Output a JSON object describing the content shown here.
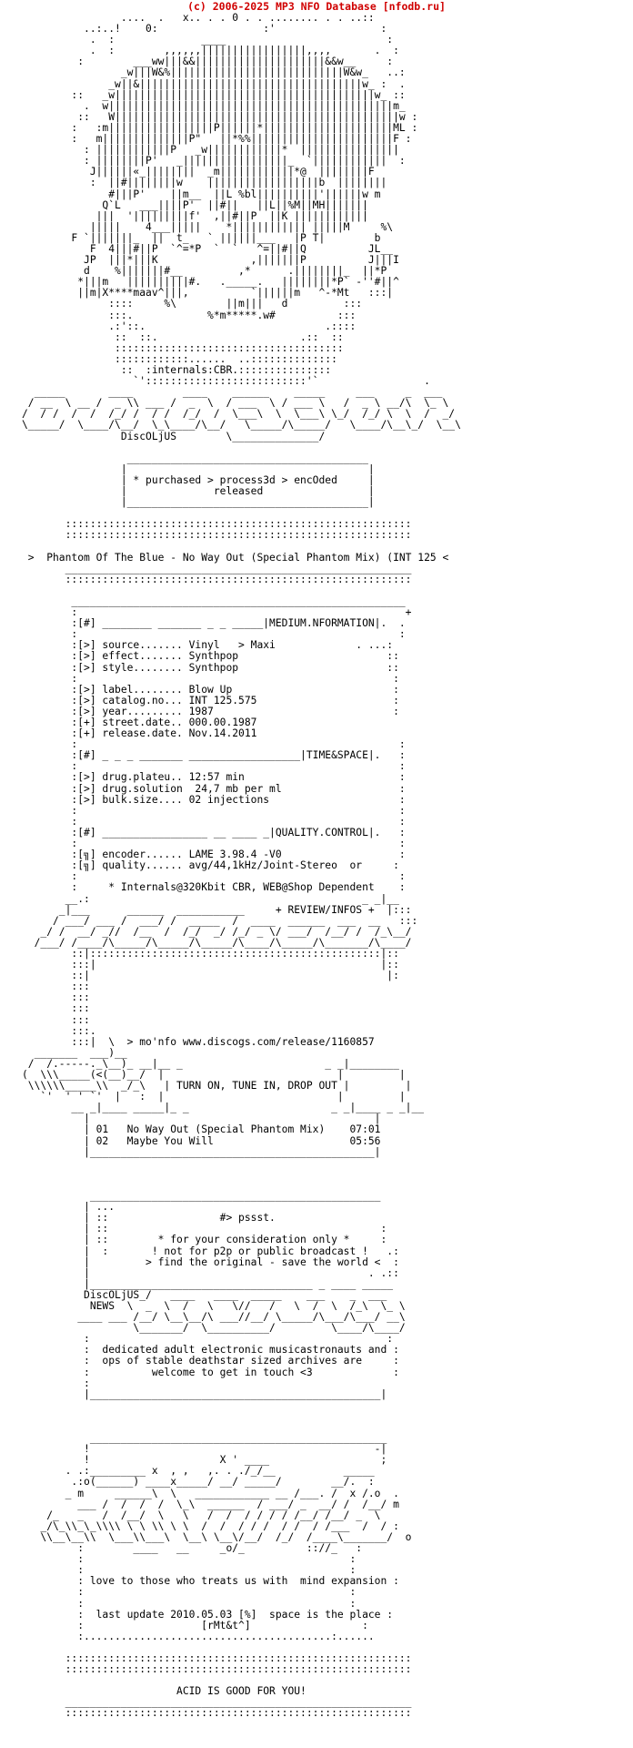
{
  "header": {
    "title": "(c) 2006-2025 MP3 NFO Database [nfodb.ru]"
  },
  "nfo": {
    "lines": [
      "                ....  .   x.. . . 0 . . ........ . . ..::",
      "          ..:..!    0:                 :'                 :",
      "           .  :              ____                          :",
      "           .  :        ,,,,,,|||||||||||||||||,,,,       .  :",
      "         :        ___ww|||&&|||||||||||||||||||||&&w__     :",
      "                _w|||W&%||||||||||||||||||||||||||||W&w_   ..:",
      "              _w||&||||||||||||||||||||||||||||||||||||w_ :  .",
      "        ::   _w||||||||||||||||||||||||||||||||||||||||||w_ ::",
      "          .  w||||||||||||||||||||||||||||||||||||||||||||||m_",
      "         ::   W||||||||||||||||||||||||||||||||||||||||||||||w :",
      "        :   :m|||||||||||||||||P||||||*|||||||||||||||||||||ML :",
      "        :   m||||||||||||||P\"   ||*%%|||||||||||||||||||||||F :",
      "          : ||||||||||||P   _w||||||||||||*  ||||||||||||||||  ",
      "          : ||||||||P'   _|||||||||||||||||_  `||||||||||||  :",
      "           J||||||«_||||||||  _m||||||||||||*@  ||||||||F  ",
      "           :  ||#||||||||w    ||||||||||||||||||b  ||||||||  ",
      "              #|||P'    ||m__  ||L %bl||||||||||'||||||w m  ",
      "             Q`L   ___||||P'  ||#||   ||L||%M||MH|||||||     ",
      "            |||  '|||||||||f'  ,||#||P  ||K ||||||||||||  ",
      "           |||||    4___|||||    *|||||||||||| |||||M     %\\ ",
      "        F `|||||||_  ||  t_   ` ||||||___   |P T|        b  ",
      "           F  4|||#||P  `^=*P  `  `   ^=||#||Q          JL__",
      "          JP  |||*|||K               ,|||||||P          J|||I",
      "          d    %|||||||#__         ,*      .||||||||_  ||*P    ",
      "         *|||m   ||||||||||#.   ._____.   ||||||||*P` -''#||^",
      "         ||m|X****maav^|||,          `||||||m   ^-*Mt   :::|",
      "              ::::     %\\        ||m|||   d         ::: ",
      "              :::.            %*m*****.w#          :::",
      "              .:'::.                             .::::",
      "               ::  ::.                       .::  ::",
      "               :::::::::::::::::::::::::::::::::::::",
      "               ::::::::::::......  ..::::::::::::::",
      "                ::  :internals:CBR.::::::::::::::: ",
      "                  `'::::::::::::::::::::::::::'`                 .",
      "  _____       ____        ____    ______    _____     ___     _  ___",
      " / __  \\ __ /  _ \\\\ ___ /  _  \\  / ___  \\ / ___ \\   /  _ \\ __/\\  \\_ \\",
      "/  / /  /  /  /_/ /  / /  /_/  /  \\___\\  \\  \\___\\ \\_/  /_/ \\  \\  /  _/",
      "\\_____/  \\____/\\__/  \\_\\____/\\__/   \\_____/\\_____/   \\____/\\__\\_/  \\__\\",
      "                DiscOLjUS        \\______________/         ",
      "",
      "                 _______________________________________",
      "                |                                       |",
      "                | * purchased > process3d > encOded     |",
      "                |              released                 |",
      "                |_______________________________________|",
      "",
      "       ::::::::::::::::::::::::::::::::::::::::::::::::::::::::",
      "       ::::::::::::::::::::::::::::::::::::::::::::::::::::::::",
      "",
      " >  Phantom Of The Blue - No Way Out (Special Phantom Mix) (INT 125 <",
      "       ________________________________________________________",
      "       ::::::::::::::::::::::::::::::::::::::::::::::::::::::::",
      "",
      "        ______________________________________________________",
      "        :                                                     +",
      "        :[#] ________ _______ _ _ _____|MEDIUM.NFORMATION|.  .",
      "        :                                                    :",
      "        :[>] source....... Vinyl   > Maxi             . ...:",
      "        :[>] effect....... Synthpop                        ::",
      "        :[>] style........ Synthpop                        ::",
      "        :                                                   :",
      "        :[>] label........ Blow Up                          :",
      "        :[>] catalog.no... INT 125.575                      :",
      "        :[>] year......... 1987                             :",
      "        :[+] street.date.. 000.00.1987                       ",
      "        :[+] release.date. Nov.14.2011                       ",
      "        :                                                    :",
      "        :[#] _ _ _ _______ __________________|TIME&SPACE|.   :",
      "        :                                                    :",
      "        :[>] drug.plateu.. 12:57 min                         :",
      "        :[>] drug.solution  24,7 mb per ml                   :",
      "        :[>] bulk.size.... 02 injections                     :",
      "        :                                                    :",
      "        :                                                    :",
      "        :[#] _________________ __ ____ _|QUALITY.CONTROL|.   :",
      "        :                                                    :",
      "        :[╗] encoder...... LAME 3.98.4 -V0                   :",
      "        :[╗] quality...... avg/44,1kHz/Joint-Stereo  or     :",
      "        :                                                    :",
      "        :     * Internals@320Kbit CBR, WEB@Shop Dependent    :",
      "       __.:                                            _ _|__",
      "      _|___      ______  ___________     + REVIEW/INFOS +  |:::",
      "     / ___/ ___ /  ___/ /  _____  /  ____  ______  ___  __   :::",
      "   _/ /  __/ _//  /__  /  /_/  _/ /_/ _ \\/ ___/  /__/ /  /_\\__/",
      "  /___/ /____/\\_____/\\_____/\\_____/\\____/\\_____/\\_______/\\____/ ",
      "        ::|:::::::::::::::::::::::::::::::::::::::::::::::|::",
      "        :::|                                              |::",
      "        ::|                                                |:",
      "        :::                                                 ",
      "        :::                                                 ",
      "        :::                                                 ",
      "        :::                                                 ",
      "        :::.                                               ",
      "        :::|  \\  > mo'nfo www.discogs.com/release/1160857  ",
      "  _______  ___)__                                         ",
      " /  /.-----._\\__)_ __|__ _                       _ _|________",
      "(  \\\\\\_____(<(__)__/  |                            |         |",
      " \\\\\\\\\\\\_____\\\\  _/_\\   | TURN ON, TUNE IN, DROP OUT |         |",
      "   `'  ' ' `'  |   :  |                            |         |",
      "        __ _|____ _____|_ _                       _ _|____ _ _|__",
      "          |                                              |",
      "          | 01   No Way Out (Special Phantom Mix)    07:01",
      "          | 02   Maybe You Will                      05:56",
      "          |______________________________________________|",
      "",
      "",
      "",
      "           _______________________________________________",
      "          | ...                                           ",
      "          | ::                  #> pssst.                 ",
      "          | ::                                            :",
      "          | ::        * for your consideration only *     :",
      "          |  :       ! not for p2p or public broadcast !   .:",
      "          |         > find the original - save the world <  :",
      "          |                                             . .::",
      "          |____________________________________ _ ____ _____",
      "          DiscOLjUS_/   ____   ____  _____    ___    _  ___",
      "           NEWS  \\  _  \\  /   \\   \\//   /   \\  /  \\  /_\\  \\_ \\",
      "         ____ ___ /__/ \\__\\__/\\ ___//__/ \\_____/\\___/\\___/ __\\",
      "                  \\_______/  \\__________/         \\____/\\____/",
      "          :                                                :",
      "          :  dedicated adult electronic musicastronauts and :",
      "          :  ops of stable deathstar sized archives are     :",
      "          :          welcome to get in touch <3             :",
      "          :                                                 ",
      "          |_______________________________________________|",
      "",
      "",
      "",
      "           ________________________________________________",
      "          !                                              -|",
      "          !                     X ' ____                  ;",
      "       . .:_________ x  , ,   ,. . ./_/__           _____",
      "        .:o(______) ____x_____/ __/ _____/        __/.  :",
      "       _ m     ______\\  \\   ____________ __ /___. /  x /.o  .",
      "         ___ /  /  /  /  \\_\\  ______  / ___/ _  __/ /  /__/ m",
      "    /_   _   /  /__/  \\   \\   /  /  / / / / /__/ /__/ _  \\",
      "   _/\\_\\\\_\\_\\\\\\\\ \\ \\ \\\\ \\ \\  /  /  / / /  / /  / /___  /  / :",
      "   \\\\__\\__\\\\  \\___\\\\___\\  \\__\\ \\__\\/__/  /_/  /____\\_______/  o",
      "         :        ____   __     _o/_          :://_   :",
      "         :                                           :",
      "         :                                           :",
      "         : love to those who treats us with  mind expansion :",
      "         :                                           :",
      "         :                                           :",
      "         :  last update 2010.05.03 [%]  space is the place :",
      "         :                   [rMt&t^]                  :",
      "         :........................................:......",
      "",
      "       ::::::::::::::::::::::::::::::::::::::::::::::::::::::::",
      "       ::::::::::::::::::::::::::::::::::::::::::::::::::::::::",
      "",
      "                         ACID IS GOOD FOR YOU!",
      "       ________________________________________________________",
      "       ::::::::::::::::::::::::::::::::::::::::::::::::::::::::"
    ]
  }
}
